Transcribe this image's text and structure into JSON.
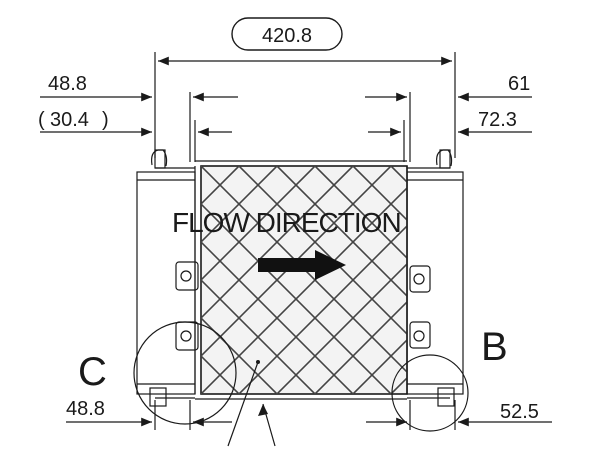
{
  "dimensions": {
    "overall_length": "420.8",
    "left_flange_outer": "48.8",
    "left_flange_inner": "30.4",
    "left_flange_bottom": "48.8",
    "right_flange_outer": "61",
    "right_flange_inner": "72.3",
    "right_flange_bottom": "52.5"
  },
  "labels": {
    "flow_direction": "FLOW DIRECTION",
    "detail_c": "C",
    "detail_b": "B",
    "paren_open": "(",
    "paren_close": ")"
  },
  "colors": {
    "line": "#1a1a1a",
    "mesh": "#444444",
    "mesh_fill": "#f3f3f3",
    "arrow": "#111111",
    "flow_text": "#555555"
  },
  "icons": {
    "flow_arrow": "right-arrow-icon"
  }
}
